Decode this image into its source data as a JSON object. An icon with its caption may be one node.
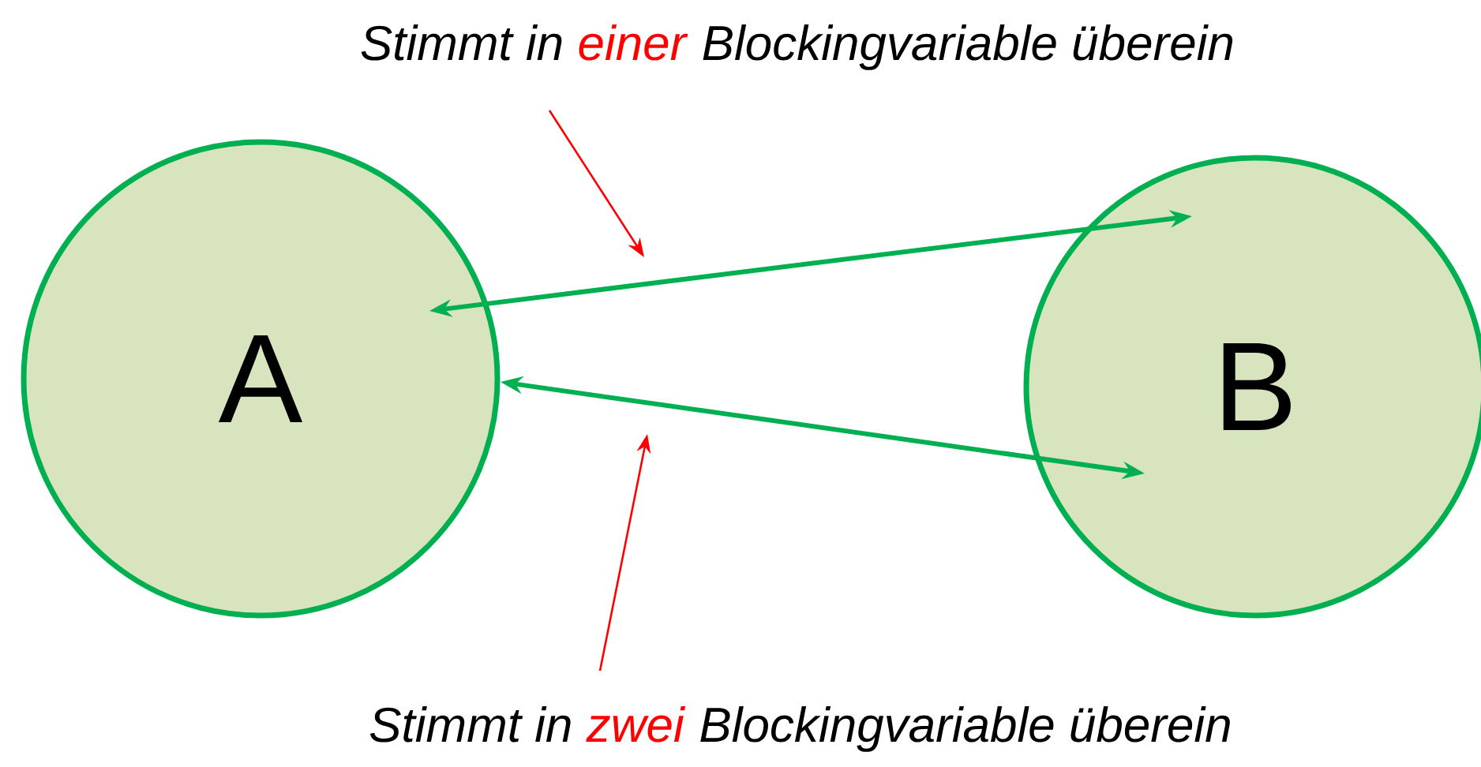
{
  "diagram": {
    "nodes": [
      {
        "text": [
          "A"
        ]
      },
      {
        "text": [
          "B"
        ]
      },
      {
        "text": [
          "*Stimmt in*",
          "*einer*",
          "*Blockingvariable überein*"
        ]
      },
      {
        "text": [
          "*Stimmt in*",
          "*zwei*",
          "*Blockingvariable überein*"
        ]
      }
    ],
    "edges": [
      {
        "from": 0,
        "to": 1,
        "arrow": "both",
        "style": "thick",
        "color": "#00b050"
      },
      {
        "from": 0,
        "to": 1,
        "arrow": "both",
        "style": "thick",
        "color": "#00b050"
      },
      {
        "from": 2,
        "to": null,
        "arrow": "to",
        "color": "#ff0000"
      },
      {
        "from": 3,
        "to": null,
        "arrow": "to",
        "color": "#ff0000"
      }
    ]
  }
}
